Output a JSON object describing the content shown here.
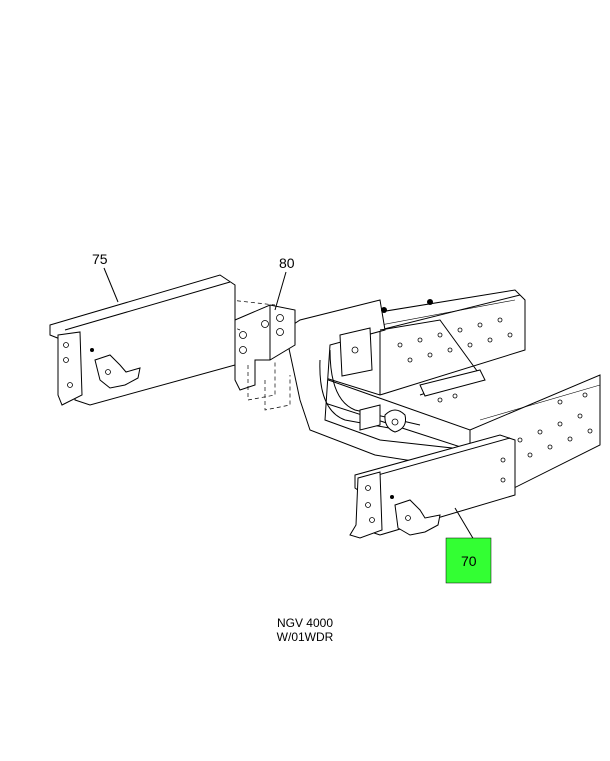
{
  "callouts": [
    {
      "label": "75",
      "highlighted": false
    },
    {
      "label": "80",
      "highlighted": false
    },
    {
      "label": "70",
      "highlighted": true
    }
  ],
  "highlight_color": "#33ff33",
  "caption": {
    "line1": "NGV 4000",
    "line2": "W/01WDR"
  }
}
